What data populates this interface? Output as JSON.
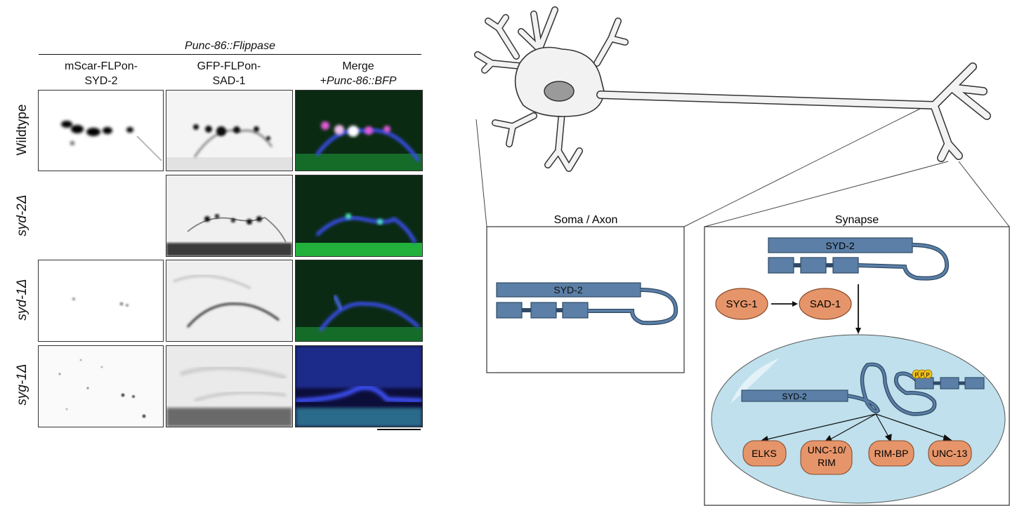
{
  "figure": {
    "left": {
      "promoter_label": "Punc-86::Flippase",
      "columns": [
        {
          "line1": "mScar-FLPon-",
          "line2": "SYD-2"
        },
        {
          "line1": "GFP-FLPon-",
          "line2": "SAD-1"
        },
        {
          "line1": "Merge",
          "line2": "+Punc-86::BFP"
        }
      ],
      "rows": [
        "Wildtype",
        "syd-2Δ",
        "syd-1Δ",
        "syg-1Δ"
      ],
      "image_colors": {
        "merge_bg": "#0b2a12",
        "blue": "#3a4df0",
        "magenta": "#e05ad8",
        "green": "#1fa83a"
      }
    },
    "right": {
      "soma_axon_label": "Soma / Axon",
      "synapse_label": "Synapse",
      "syd2_soma": "SYD-2",
      "syd2_synapse_top": "SYD-2",
      "syg1": "SYG-1",
      "sad1": "SAD-1",
      "syd2_active": "SYD-2",
      "p_tag": "P",
      "effectors": [
        "ELKS",
        "UNC-10/ RIM",
        "RIM-BP",
        "UNC-13"
      ],
      "colors": {
        "box_fill": "#5b7fa6",
        "box_stroke": "#2f4a66",
        "orange": "#e6956a",
        "orange_stroke": "#8a4a2a",
        "cell_fill": "#bfe0ec",
        "phospho": "#f2c21b"
      }
    }
  }
}
